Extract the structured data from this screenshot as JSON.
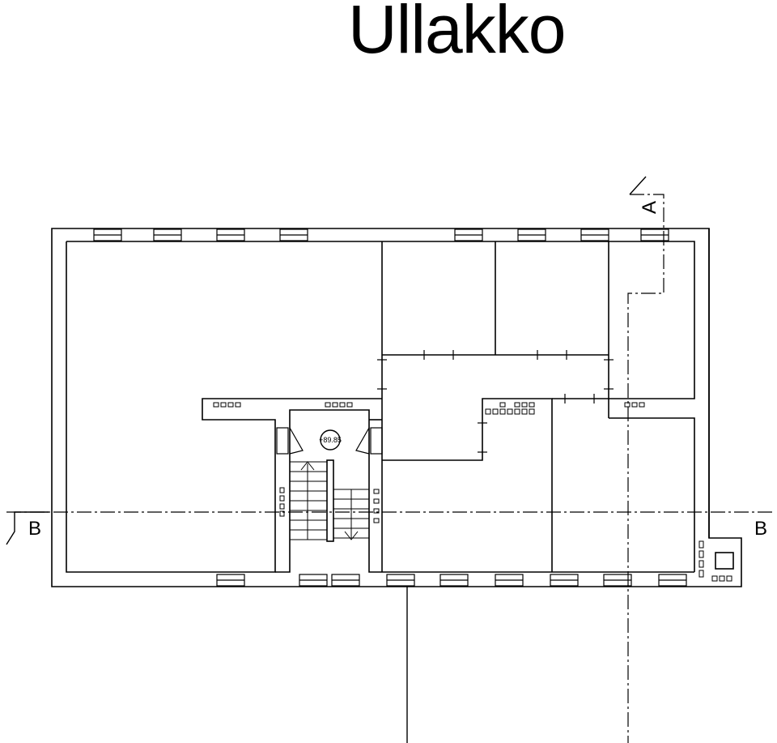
{
  "title": "Ullakko",
  "section_marks": {
    "a_label": "A",
    "b_left_label": "B",
    "b_right_label": "B"
  },
  "stair_marker": "+89.85"
}
